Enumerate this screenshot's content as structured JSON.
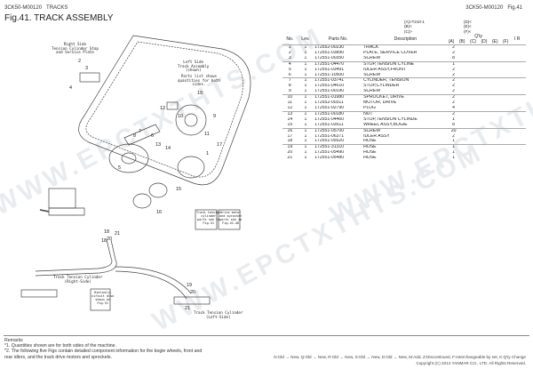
{
  "header": {
    "left_code": "3CK50-M00120",
    "left_section": "TRACKS",
    "right_code": "3CK50-M00120",
    "right_fig": "Fig.41",
    "title": "Fig.41.  TRACK ASSEMBLY",
    "variants_left": [
      "(A)>T210-1",
      "(B)<",
      "(C)>"
    ],
    "variants_right": [
      "(D)<",
      "(E)<",
      "(F)<"
    ]
  },
  "table": {
    "headers": {
      "no": "No.",
      "lev": "Lev.",
      "part": "Parts No.",
      "desc": "Description",
      "qty": "Q'ty",
      "ir": "I   R"
    },
    "qty_cols": [
      "(A)",
      "(B)",
      "(C)",
      "(D)",
      "(E)",
      "(F)"
    ],
    "rows": [
      {
        "no": "1",
        "lev": "1",
        "part": "172552-00230",
        "desc": "TRACK",
        "qty": "2",
        "grp": true
      },
      {
        "no": "2",
        "lev": "1",
        "part": "172551-03890",
        "desc": "PLATE, SERVICE COVER",
        "qty": "2",
        "grp": false
      },
      {
        "no": "3",
        "lev": "1",
        "part": "172551-00350",
        "desc": "SCREW",
        "qty": "8",
        "grp": false
      },
      {
        "no": "4",
        "lev": "1",
        "part": "172551-04470",
        "desc": "STOP,TENSION CYLINE",
        "qty": "1",
        "grp": true
      },
      {
        "no": "5",
        "lev": "1",
        "part": "172551-03491",
        "desc": "IDLER ASSY,FRONT",
        "qty": "2",
        "grp": false
      },
      {
        "no": "6",
        "lev": "1",
        "part": "172551-10500",
        "desc": "SCREW",
        "qty": "2",
        "grp": false
      },
      {
        "no": "7",
        "lev": "1",
        "part": "172551-03741",
        "desc": "CYLINDER, TENSION",
        "qty": "2",
        "grp": true
      },
      {
        "no": "8",
        "lev": "1",
        "part": "172551-04610",
        "desc": "STOP,CYLINDER",
        "qty": "2",
        "grp": false
      },
      {
        "no": "9",
        "lev": "1",
        "part": "172551-00190",
        "desc": "SCREW",
        "qty": "2",
        "grp": false
      },
      {
        "no": "10",
        "lev": "1",
        "part": "172551-01980",
        "desc": "SPROCKET, DRIVE",
        "qty": "2",
        "grp": true
      },
      {
        "no": "11",
        "lev": "1",
        "part": "172552-00311",
        "desc": "MOTOR, DRIVE",
        "qty": "2",
        "grp": false
      },
      {
        "no": "12",
        "lev": "1",
        "part": "172551-02790",
        "desc": "PLUG",
        "qty": "4",
        "grp": false
      },
      {
        "no": "13",
        "lev": "1",
        "part": "172551-00180",
        "desc": "NUT",
        "qty": "2",
        "grp": true
      },
      {
        "no": "14",
        "lev": "1",
        "part": "172551-04460",
        "desc": "STOP,TENSION CYLINDE",
        "qty": "1",
        "grp": false
      },
      {
        "no": "15",
        "lev": "1",
        "part": "172551-03511",
        "desc": "WHEEL ASSY,BOGIE",
        "qty": "8",
        "grp": false
      },
      {
        "no": "16",
        "lev": "1",
        "part": "172551-05700",
        "desc": "SCREW",
        "qty": "20",
        "grp": true
      },
      {
        "no": "17",
        "lev": "1",
        "part": "172551-06371",
        "desc": "IDLER ASSY",
        "qty": "2",
        "grp": false
      },
      {
        "no": "18",
        "lev": "1",
        "part": "172551-05520",
        "desc": "HOSE",
        "qty": "1",
        "grp": false
      },
      {
        "no": "19",
        "lev": "1",
        "part": "172551-31310",
        "desc": "HOSE",
        "qty": "1",
        "grp": true
      },
      {
        "no": "20",
        "lev": "1",
        "part": "172551-05490",
        "desc": "HOSE",
        "qty": "1",
        "grp": false
      },
      {
        "no": "21",
        "lev": "1",
        "part": "172551-05480",
        "desc": "HOSE",
        "qty": "1",
        "grp": false
      }
    ]
  },
  "diagram": {
    "labels": {
      "right_side_stop": "Right Side\nTension Cylinder Stop\nand Service Plate",
      "left_side_track": "Left Side\nTrack Assembly\n(shown)",
      "parts_list_note": "Parts list shows\nquantities for both\nsides.",
      "tension_right": "Track Tension Cylinder\n(Right-Side)",
      "tension_left": "Track Tension Cylinder\n(Left-Side)",
      "hydraulic_note": "Hydraulic\ncircuit also\nshown on\nFig.51",
      "box_track_tension": "Track tension\ncylinder\nparts see to\nFig.51",
      "box_drive_motor": "Drive motor\nand sprocket\nparts see to\nFig.41-46"
    },
    "callouts": [
      "1",
      "2",
      "3",
      "4",
      "5",
      "6",
      "7",
      "8",
      "9",
      "10",
      "11",
      "12",
      "13",
      "14",
      "15",
      "16",
      "17",
      "18",
      "19",
      "20",
      "21",
      "18",
      "19",
      "20",
      "21"
    ]
  },
  "remarks": {
    "heading": "Remarks",
    "line1": "*1. Quantities shown are for both sides of the machine.",
    "line2": "*2. The following five Figs contain detailed component information for the bogie wheels, front and",
    "line3": "rear idlers, and the track drive motors and sprockets."
  },
  "footer": {
    "legend": "N:Old → New,  Q:Old → New,  R:Old → New,  S:Old → New,  D:Old → New,  M:Add,  Z:Discontinued,  F:Interchangeable by set,  K:Q'ty Change",
    "copyright": "Copyright (C) 2014 YANMAR CO., LTD. All Rights Reserved."
  },
  "watermark": "WWW.EPCTXTHTS.COM",
  "colors": {
    "text": "#222222",
    "line": "#888888",
    "watermark": "#e9ecef"
  }
}
